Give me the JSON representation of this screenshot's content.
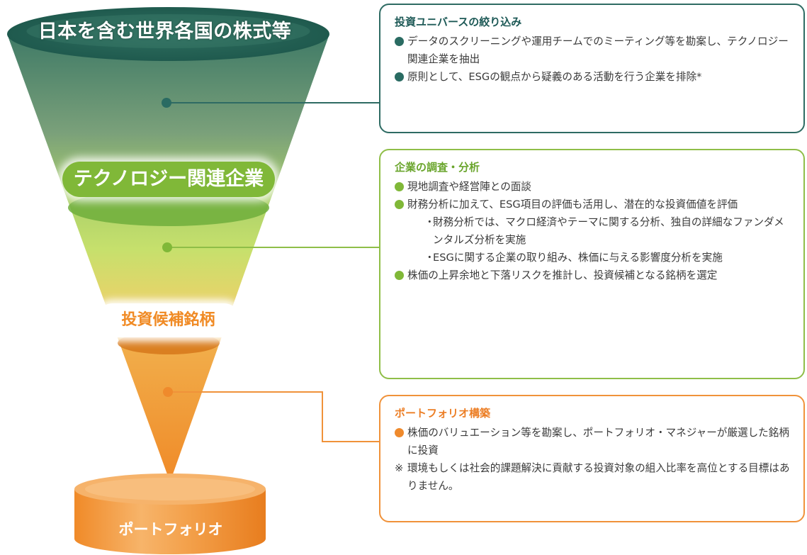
{
  "funnel": {
    "stage1_label": "日本を含む世界各国の株式等",
    "stage2_label": "テクノロジー関連企業",
    "stage3_label": "投資候補銘柄",
    "stage4_label": "ポートフォリオ"
  },
  "panels": [
    {
      "title": "投資ユニバースの絞り込み",
      "items": [
        "データのスクリーニングや運用チームでのミーティング等を勘案し、テクノロジー関連企業を抽出",
        "原則として、ESGの観点から疑義のある活動を行う企業を排除*"
      ]
    },
    {
      "title": "企業の調査・分析",
      "items": [
        "現地調査や経営陣との面談",
        "財務分析に加えて、ESG項目の評価も活用し、潜在的な投資価値を評価",
        "株価の上昇余地と下落リスクを推計し、投資候補となる銘柄を選定"
      ],
      "subitems": [
        "財務分析では、マクロ経済やテーマに関する分析、独自の詳細なファンダメンタルズ分析を実施",
        "ESGに関する企業の取り組み、株価に与える影響度分析を実施"
      ],
      "sub_marker": "・"
    },
    {
      "title": "ポートフォリオ構築",
      "items": [
        "株価のバリュエーション等を勘案し、ポートフォリオ・マネジャーが厳選した銘柄に投資"
      ],
      "note_marker": "※",
      "note": "環境もしくは社会的課題解決に貢献する投資対象の組入比率を高位とする目標はありません。"
    }
  ],
  "colors": {
    "dark_green": "#2e6b63",
    "light_green": "#8fbe48",
    "orange": "#f0923a"
  }
}
